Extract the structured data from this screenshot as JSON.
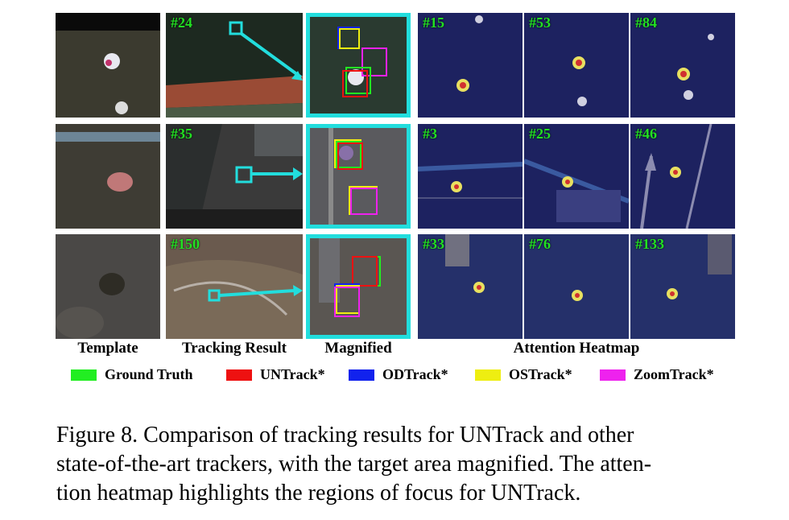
{
  "rows": [
    {
      "tracking_frame": "#24",
      "heatmap_frames": [
        "#15",
        "#53",
        "#84"
      ]
    },
    {
      "tracking_frame": "#35",
      "heatmap_frames": [
        "#3",
        "#25",
        "#46"
      ]
    },
    {
      "tracking_frame": "#150",
      "heatmap_frames": [
        "#33",
        "#76",
        "#133"
      ]
    }
  ],
  "column_labels": {
    "template": "Template",
    "tracking_result": "Tracking Result",
    "magnified": "Magnified",
    "attention_heatmap": "Attention Heatmap"
  },
  "legend": [
    {
      "label": "Ground Truth",
      "color": "#22ee22"
    },
    {
      "label": "UNTrack*",
      "color": "#ee1111"
    },
    {
      "label": "ODTrack*",
      "color": "#1122ee"
    },
    {
      "label": "OSTrack*",
      "color": "#eeee11"
    },
    {
      "label": "ZoomTrack*",
      "color": "#ee22ee"
    }
  ],
  "caption": {
    "line1": "Figure 8.  Comparison of tracking results for UNTrack and other",
    "line2": "state-of-the-art trackers, with the target area magnified. The atten-",
    "line3": "tion heatmap highlights the regions of focus for UNTrack."
  },
  "accent_color": "#22dddd"
}
